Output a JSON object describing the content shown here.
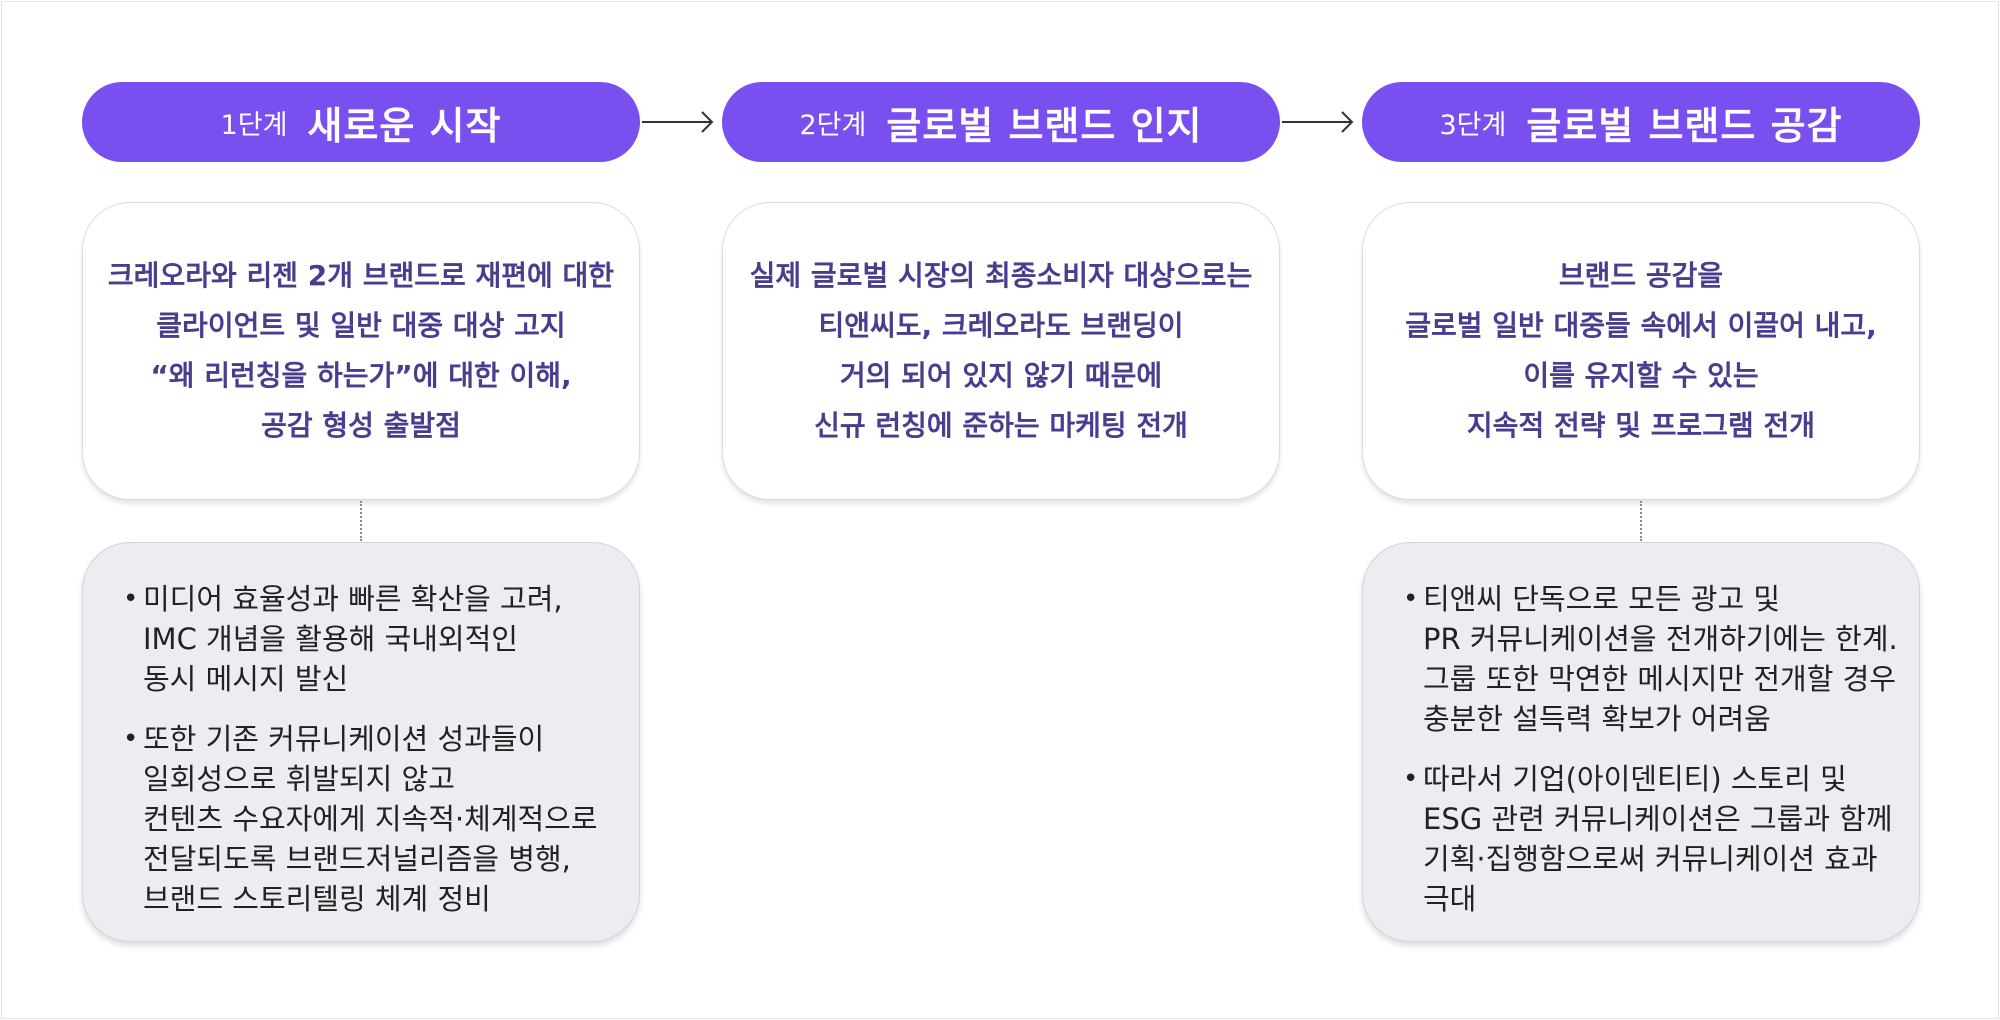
{
  "stages": [
    {
      "num": "1단계",
      "title": "새로운 시작",
      "desc": [
        "크레오라와 리젠 2개 브랜드로 재편에 대한",
        "클라이언트 및 일반 대중 대상 고지",
        "“왜 리런칭을 하는가”에 대한 이해,",
        "공감 형성 출발점"
      ],
      "details": [
        [
          "미디어 효율성과 빠른 확산을 고려,",
          "IMC 개념을 활용해 국내외적인",
          "동시 메시지 발신"
        ],
        [
          "또한 기존 커뮤니케이션 성과들이",
          "일회성으로 휘발되지 않고",
          "컨텐츠 수요자에게 지속적·체계적으로",
          "전달되도록 브랜드저널리즘을 병행,",
          "브랜드 스토리텔링 체계 정비"
        ]
      ]
    },
    {
      "num": "2단계",
      "title": "글로벌 브랜드 인지",
      "desc": [
        "실제 글로벌 시장의 최종소비자 대상으로는",
        "티앤씨도, 크레오라도 브랜딩이",
        "거의 되어 있지 않기 때문에",
        "신규 런칭에 준하는 마케팅 전개"
      ]
    },
    {
      "num": "3단계",
      "title": "글로벌 브랜드 공감",
      "desc": [
        "브랜드 공감을",
        "글로벌 일반 대중들 속에서 이끌어 내고,",
        "이를 유지할 수 있는",
        "지속적 전략 및 프로그램 전개"
      ],
      "details": [
        [
          "티앤씨 단독으로 모든 광고 및",
          "PR 커뮤니케이션을 전개하기에는 한계.",
          "그룹 또한 막연한 메시지만 전개할 경우",
          "충분한 설득력 확보가 어려움"
        ],
        [
          "따라서 기업(아이덴티티) 스토리 및",
          "ESG 관련 커뮤니케이션은 그룹과 함께",
          "기획·집행함으로써 커뮤니케이션 효과",
          "극대"
        ]
      ]
    }
  ],
  "bullet_symbol": "•",
  "colors": {
    "accent": "#7a4ff0",
    "desc_text": "#4a3d8f",
    "detail_bg": "#ececf3"
  }
}
